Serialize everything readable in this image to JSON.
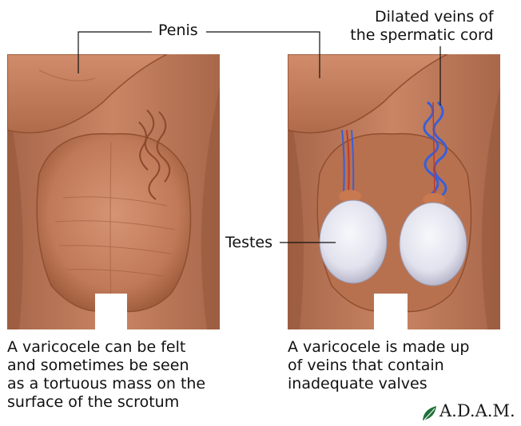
{
  "labels": {
    "penis": "Penis",
    "veins_line1": "Dilated veins of",
    "veins_line2": "the spermatic cord",
    "testes": "Testes"
  },
  "captions": {
    "left": [
      "A varicocele can be felt",
      "and sometimes be seen",
      "as a tortuous mass on the",
      "surface of the scrotum"
    ],
    "right": [
      "A varicocele is made up",
      "of veins that contain",
      "inadequate valves"
    ]
  },
  "logo": {
    "text": "A.D.A.M.",
    "icon": "leaf-icon"
  },
  "colors": {
    "skin": "#c8805f",
    "skin_dark": "#9b5a3c",
    "vein_blue": "#3a5fd9",
    "artery_red": "#c0392b",
    "testis": "#e8e8f2"
  }
}
